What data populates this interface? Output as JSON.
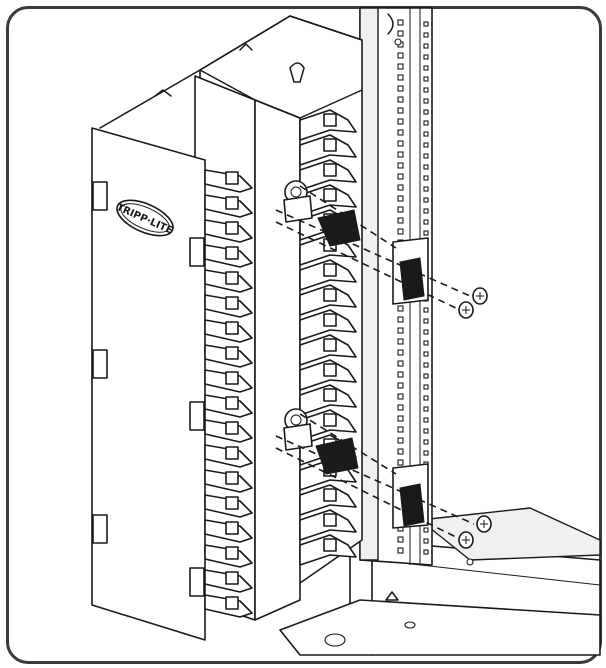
{
  "figure": {
    "brand_logo_text": "TRIPP·LITE",
    "line_color": "#1a1a1a",
    "frame_color": "#3a3a3a",
    "background": "#ffffff"
  },
  "parts": [
    "vertical-cable-manager",
    "rack-rail",
    "mounting-bracket",
    "screw",
    "rack-base"
  ]
}
